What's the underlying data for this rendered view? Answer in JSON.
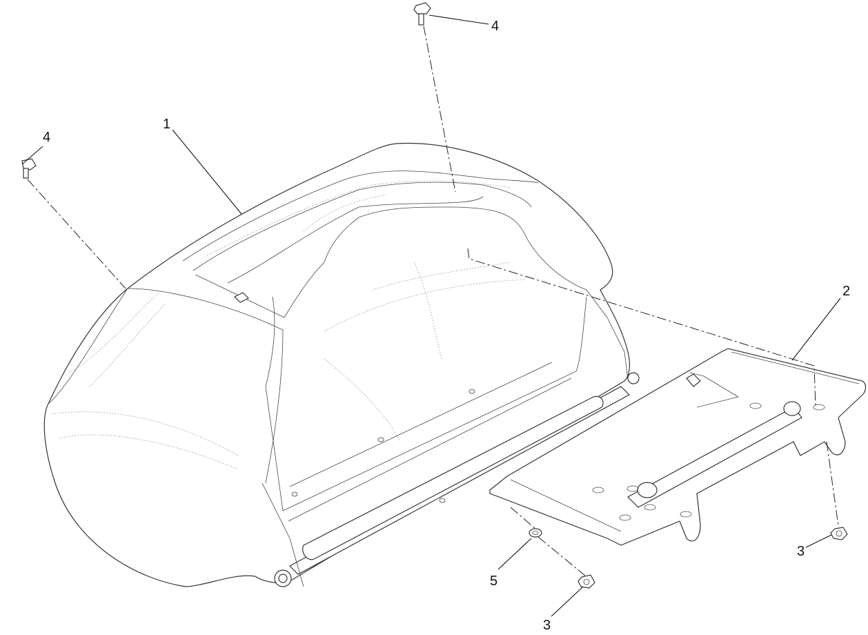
{
  "callouts": [
    {
      "id": "c1",
      "text": "1"
    },
    {
      "id": "c2",
      "text": "2"
    },
    {
      "id": "c3a",
      "text": "3"
    },
    {
      "id": "c3b",
      "text": "3"
    },
    {
      "id": "c4a",
      "text": "4"
    },
    {
      "id": "c4b",
      "text": "4"
    },
    {
      "id": "c5",
      "text": "5"
    }
  ]
}
